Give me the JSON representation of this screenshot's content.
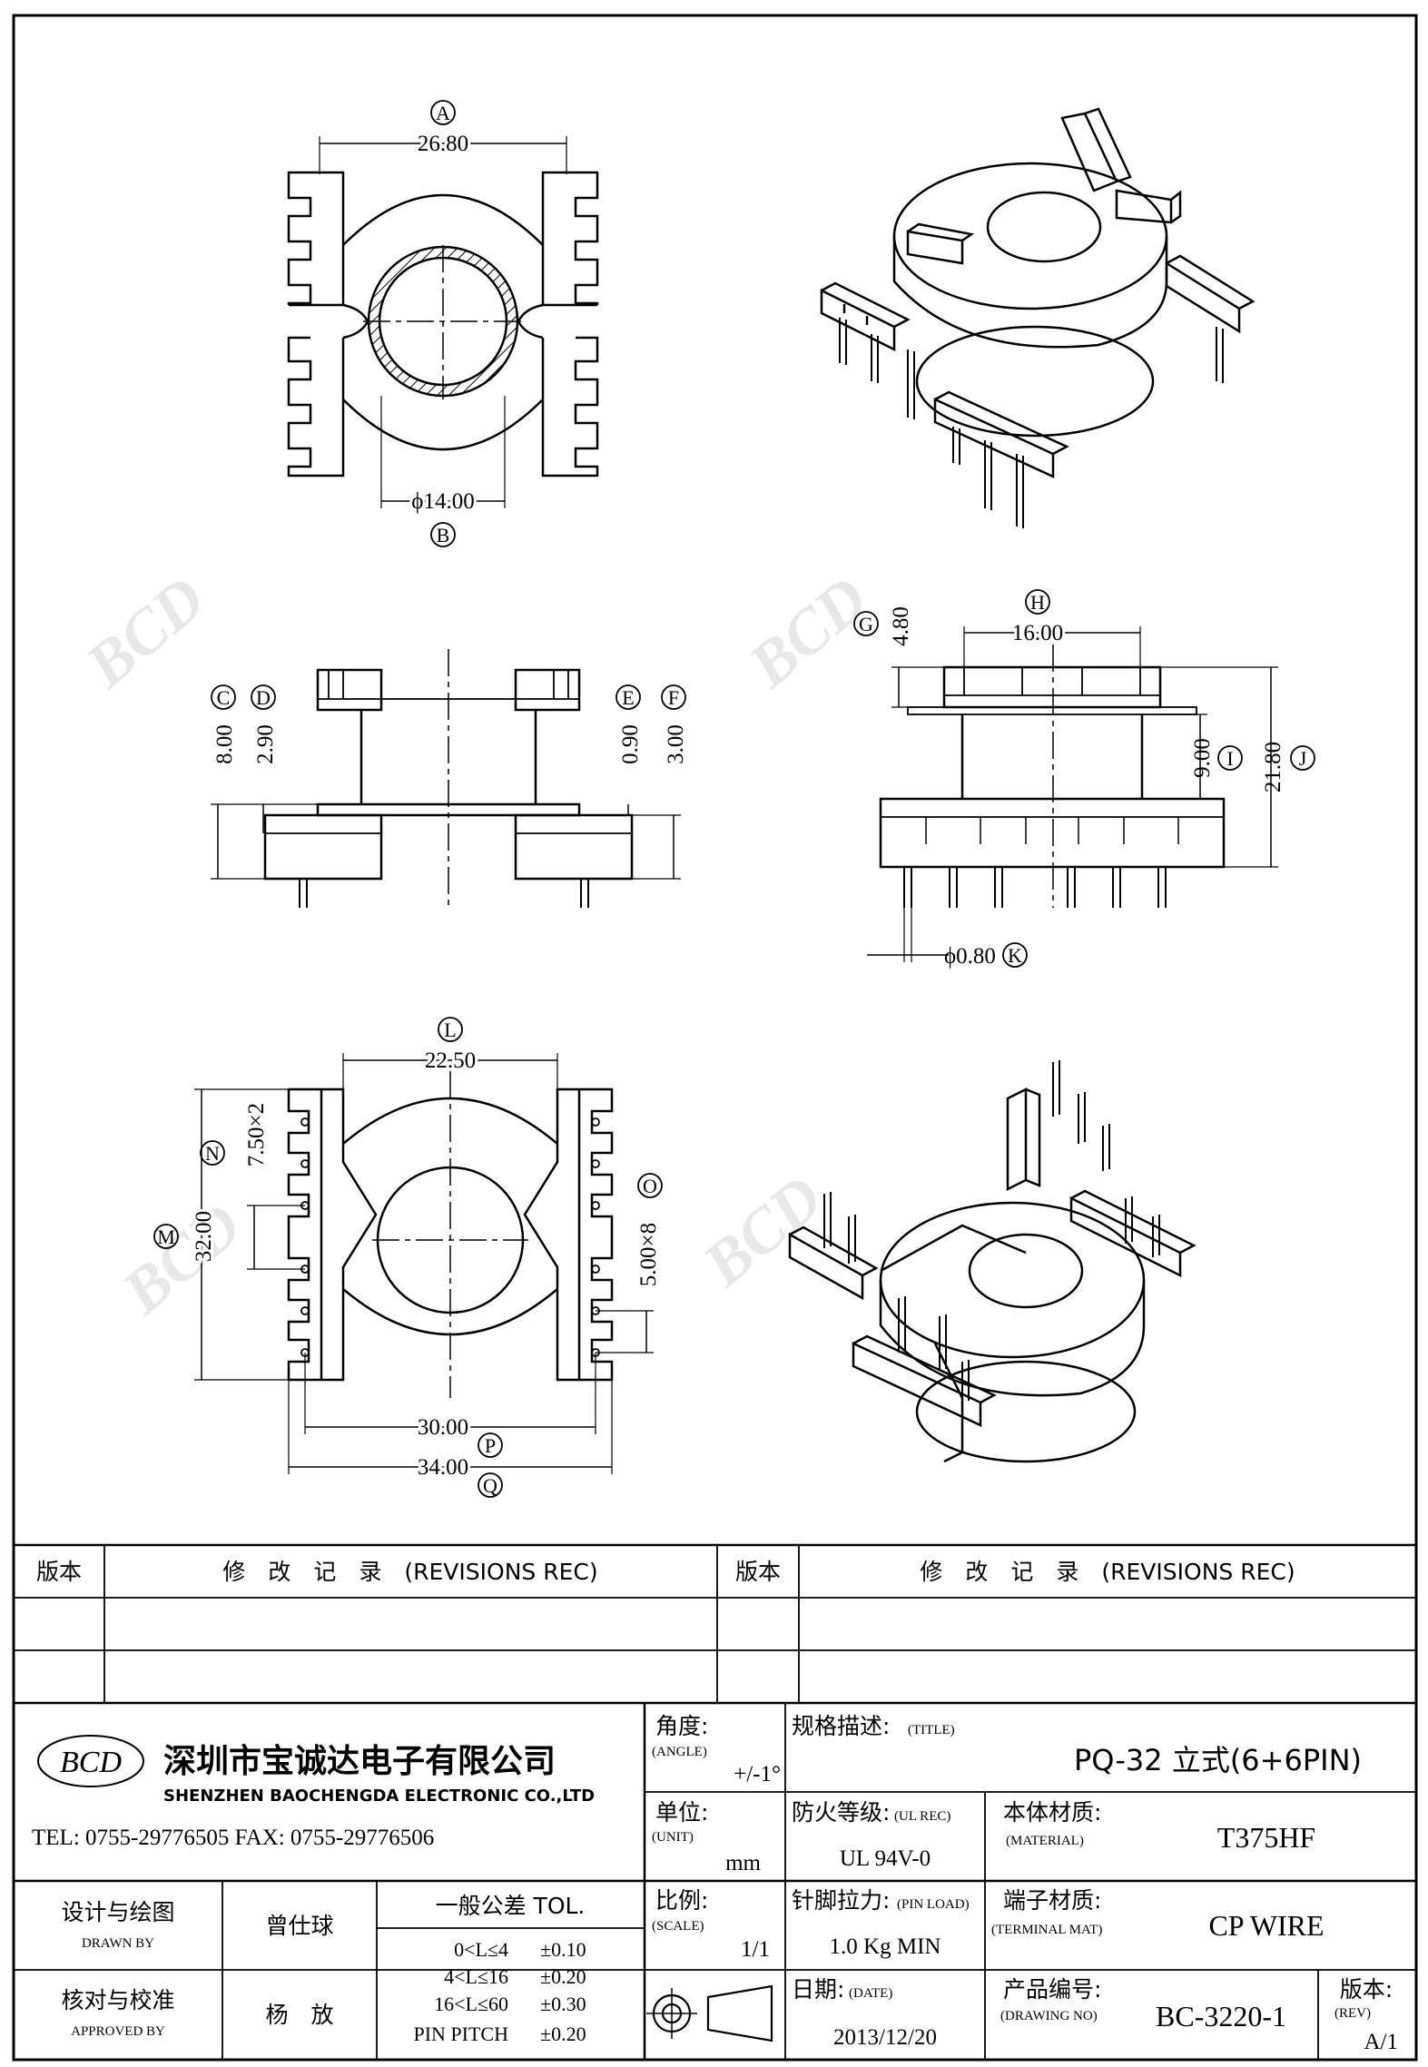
{
  "top_view": {
    "callout_a": "A",
    "dim_a": "26.80",
    "callout_b": "B",
    "dim_b": "ϕ14.00"
  },
  "front_view": {
    "callout_c": "C",
    "dim_c": "8.00",
    "callout_d": "D",
    "dim_d": "2.90",
    "callout_e": "E",
    "dim_e": "0.90",
    "callout_f": "F",
    "dim_f": "3.00"
  },
  "side_view": {
    "callout_g": "G",
    "dim_g": "4.80",
    "callout_h": "H",
    "dim_h": "16.00",
    "callout_i": "I",
    "dim_i": "9.00",
    "callout_j": "J",
    "dim_j": "21.80",
    "callout_k": "K",
    "dim_k": "ϕ0.80"
  },
  "bottom_view": {
    "callout_l": "L",
    "dim_l": "22.50",
    "callout_m": "M",
    "dim_m": "32.00",
    "callout_n": "N",
    "dim_n": "7.50×2",
    "callout_o": "O",
    "dim_o": "5.00×8",
    "callout_p": "P",
    "dim_p": "30.00",
    "callout_q": "Q",
    "dim_q": "34.00"
  },
  "watermark": "BCD",
  "revisions": {
    "col_version": "版本",
    "col_record": "修　改　记　录　(REVISIONS REC)"
  },
  "title_block": {
    "company_cn": "深圳市宝诚达电子有限公司",
    "company_en": "SHENZHEN BAOCHENGDA ELECTRONIC CO.,LTD",
    "tel_fax": "TEL: 0755-29776505   FAX: 0755-29776506",
    "angle_label": "角度:",
    "angle_label_en": "(ANGLE)",
    "angle_value": "+/-1°",
    "title_label": "规格描述:",
    "title_label_en": "(TITLE)",
    "title_value": "PQ-32 立式(6+6PIN)",
    "unit_label": "单位:",
    "unit_label_en": "(UNIT)",
    "unit_value": "mm",
    "ul_label": "防火等级:",
    "ul_label_en": "(UL REC)",
    "ul_value": "UL 94V-0",
    "material_label": "本体材质:",
    "material_label_en": "(MATERIAL)",
    "material_value": "T375HF",
    "drawn_label": "设计与绘图",
    "drawn_label_en": "DRAWN BY",
    "drawn_value": "曾仕球",
    "tol_title": "一般公差 TOL.",
    "tol_rows": [
      {
        "range": "0<L≤4",
        "tol": "±0.10"
      },
      {
        "range": "4<L≤16",
        "tol": "±0.20"
      },
      {
        "range": "16<L≤60",
        "tol": "±0.30"
      },
      {
        "range": "PIN PITCH",
        "tol": "±0.20"
      }
    ],
    "scale_label": "比例:",
    "scale_label_en": "(SCALE)",
    "scale_value": "1/1",
    "pin_label": "针脚拉力:",
    "pin_label_en": "(PIN LOAD)",
    "pin_value": "1.0 Kg MIN",
    "terminal_label": "端子材质:",
    "terminal_label_en": "(TERMINAL MAT)",
    "terminal_value": "CP WIRE",
    "approved_label": "核对与校准",
    "approved_label_en": "APPROVED BY",
    "approved_value": "杨　放",
    "date_label": "日期:",
    "date_label_en": "(DATE)",
    "date_value": "2013/12/20",
    "drawing_label": "产品编号:",
    "drawing_label_en": "(DRAWING NO)",
    "drawing_value": "BC-3220-1",
    "rev_label": "版本:",
    "rev_label_en": "(REV)",
    "rev_value": "A/1"
  }
}
